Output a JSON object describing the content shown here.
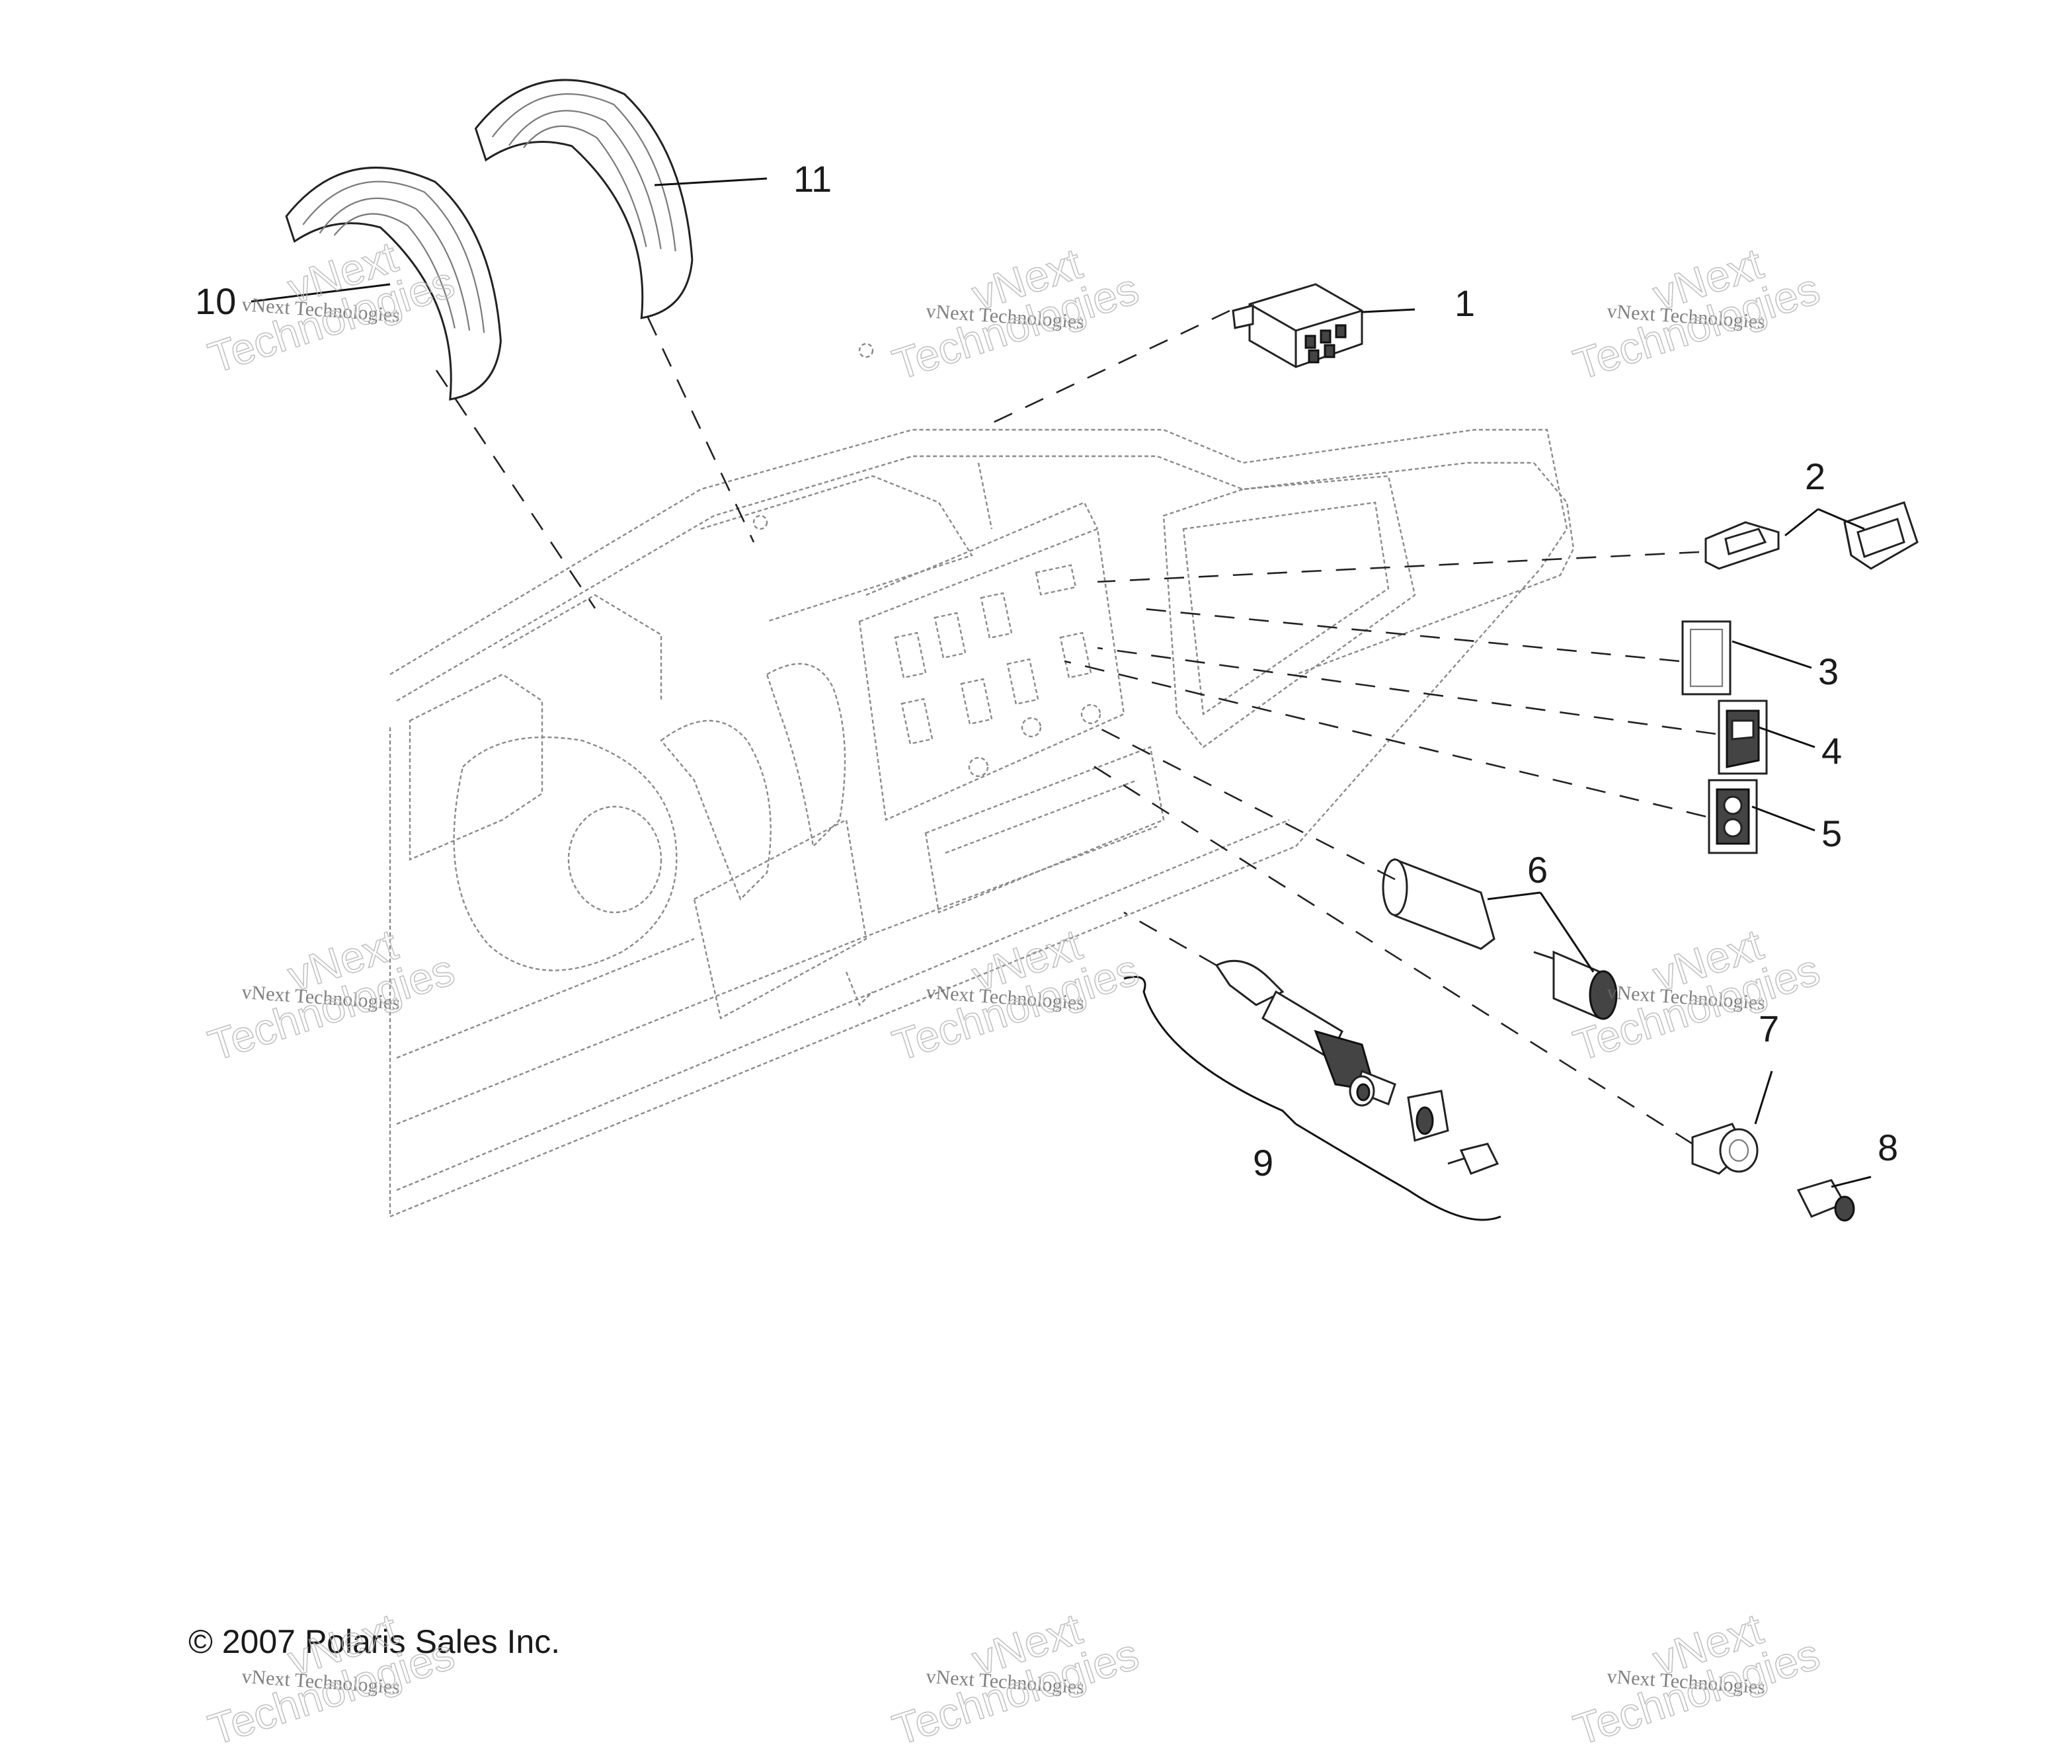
{
  "callouts": [
    {
      "id": "1",
      "label": "1"
    },
    {
      "id": "2",
      "label": "2"
    },
    {
      "id": "3",
      "label": "3"
    },
    {
      "id": "4",
      "label": "4"
    },
    {
      "id": "5",
      "label": "5"
    },
    {
      "id": "6",
      "label": "6"
    },
    {
      "id": "7",
      "label": "7"
    },
    {
      "id": "8",
      "label": "8"
    },
    {
      "id": "9",
      "label": "9"
    },
    {
      "id": "10",
      "label": "10"
    },
    {
      "id": "11",
      "label": "11"
    }
  ],
  "copyright": "© 2007 Polaris Sales Inc.",
  "watermark": {
    "small_text": "vNext Technologies",
    "large_line1": "vNext",
    "large_line2": "Technologies"
  }
}
